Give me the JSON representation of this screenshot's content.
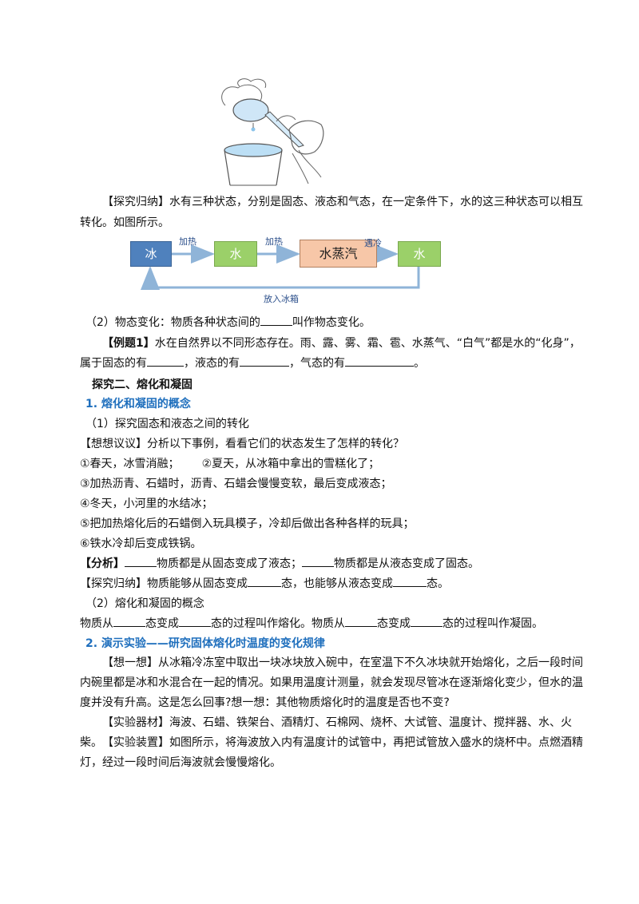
{
  "figure_illustration": "hand-spoon-cup-icon",
  "para1": "【探究归纳】水有三种状态，分别是固态、液态和气态，在一定条件下，水的这三种状态可以相互转化。如图所示。",
  "flow": {
    "box1": "冰",
    "arrow1": "加热",
    "box2": "水",
    "arrow2": "加热",
    "box3": "水蒸汽",
    "arrow3": "遇冷",
    "box4": "水",
    "return_label": "放入冰箱"
  },
  "line_physical_change": {
    "a": "（2）物态变化：物质各种状态间的",
    "b": "叫作物态变化。"
  },
  "example1": {
    "tag": "【例题1】",
    "a": "水在自然界以不同形态存在。雨、露、雾、霜、雹、水蒸气、“白气”都是水的“化身”，",
    "b": "属于固态的有",
    "c": "，液态的有",
    "d": "，气态的有",
    "e": "。"
  },
  "section2_title": "探究二、熔化和凝固",
  "sub1_title": "1. 熔化和凝固的概念",
  "sub1_item1": "（1）探究固态和液态之间的转化",
  "discuss": "【想想议议】分析以下事例，看看它们的状态发生了怎样的转化？",
  "list1a": "①春天，冰雪消融；",
  "list1b": "②夏天，从冰箱中拿出的雪糕化了；",
  "list3": "③加热沥青、石蜡时，沥青、石蜡会慢慢变软，最后变成液态；",
  "list4": "④冬天，小河里的水结冰；",
  "list5": "⑤把加热熔化后的石蜡倒入玩具模子，冷却后做出各种各样的玩具；",
  "list6": "⑥铁水冷却后变成铁锅。",
  "analysis": {
    "tag": "【分析】",
    "a": "物质都是从固态变成了液态；",
    "b": "物质都是从液态变成了固态。"
  },
  "summary": {
    "a": "【探究归纳】物质能够从固态变成",
    "b": "态，也能够从液态变成",
    "c": "态。"
  },
  "sub1_item2": "（2）熔化和凝固的概念",
  "concept": {
    "a": "物质从",
    "b": "态变成",
    "c": "态的过程叫作熔化。物质从",
    "d": "态变成",
    "e": "态的过程叫作凝固。"
  },
  "sub2_title": "2. 演示实验——研究固体熔化时温度的变化规律",
  "think": "【想一想】从冰箱冷冻室中取出一块冰块放入碗中，在室温下不久冰块就开始熔化，之后一段时间内碗里都是冰和水混合在一起的情况。如果用温度计测量，就会发现尽管冰在逐渐熔化变少，但水的温度并没有升高。这是怎么回事?想一想：其他物质熔化时的温度是否也不变?",
  "equipment": "【实验器材】海波、石蜡、铁架台、酒精灯、石棉网、烧杯、大试管、温度计、搅拌器、水、火柴。",
  "setup": "【实验装置】如图所示，将海波放入内有温度计的试管中，再把试管放入盛水的烧杯中。点燃酒精灯，经过一段时间后海波就会慢慢熔化。"
}
